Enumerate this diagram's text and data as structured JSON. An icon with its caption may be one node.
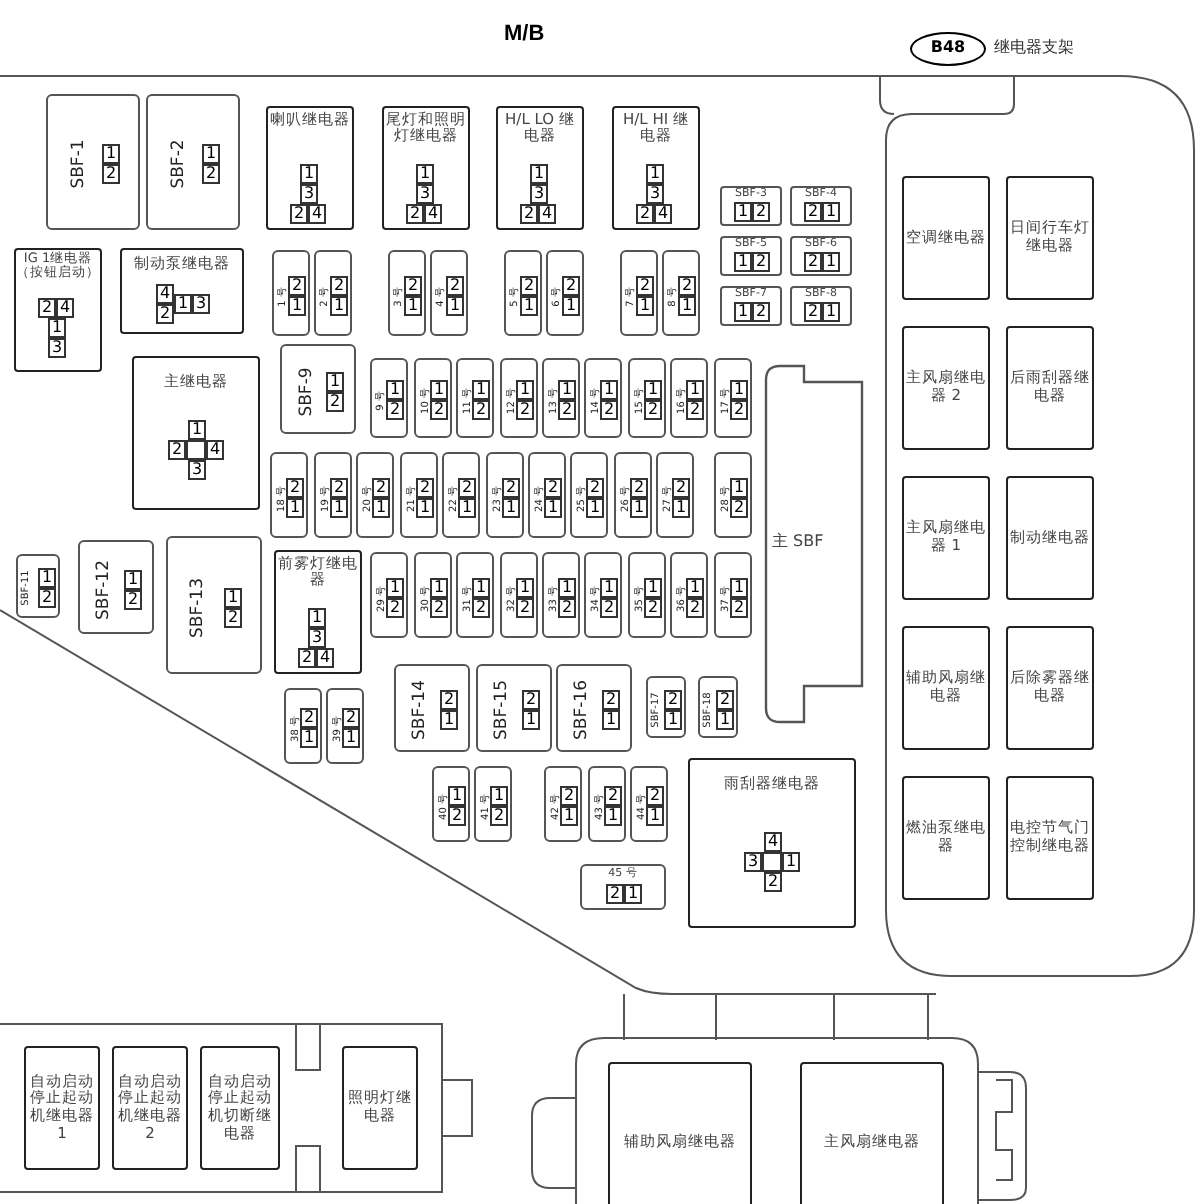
{
  "diagram": {
    "title": "M/B",
    "nodes": [
      {
        "text": [
          "B48"
        ],
        "beside": [
          "继电器支架"
        ]
      },
      {
        "text": [
          "SBF-1",
          "1",
          "2"
        ]
      },
      {
        "text": [
          "SBF-2",
          "1",
          "2"
        ]
      },
      {
        "text": [
          "喇叭继电器",
          "1",
          "3",
          "2",
          "4"
        ]
      },
      {
        "text": [
          "尾灯和照明灯继电器",
          "1",
          "3",
          "2",
          "4"
        ]
      },
      {
        "text": [
          "H/L LO 继电器",
          "1",
          "3",
          "2",
          "4"
        ]
      },
      {
        "text": [
          "H/L HI 继电器",
          "1",
          "3",
          "2",
          "4"
        ]
      },
      {
        "text": [
          "SBF-3",
          "1",
          "2"
        ]
      },
      {
        "text": [
          "SBF-4",
          "2",
          "1"
        ]
      },
      {
        "text": [
          "SBF-5",
          "1",
          "2"
        ]
      },
      {
        "text": [
          "SBF-6",
          "2",
          "1"
        ]
      },
      {
        "text": [
          "SBF-7",
          "1",
          "2"
        ]
      },
      {
        "text": [
          "SBF-8",
          "2",
          "1"
        ]
      },
      {
        "text": [
          "空调继电器"
        ]
      },
      {
        "text": [
          "日间行车灯继电器"
        ]
      },
      {
        "text": [
          "IG 1继电器（按钮启动）",
          "2",
          "4",
          "1",
          "3"
        ]
      },
      {
        "text": [
          "制动泵继电器",
          "4",
          "2",
          "1",
          "3"
        ]
      },
      {
        "text": [
          "1 号",
          "2",
          "1"
        ]
      },
      {
        "text": [
          "2 号",
          "2",
          "1"
        ]
      },
      {
        "text": [
          "3 号",
          "2",
          "1"
        ]
      },
      {
        "text": [
          "4 号",
          "2",
          "1"
        ]
      },
      {
        "text": [
          "5 号",
          "2",
          "1"
        ]
      },
      {
        "text": [
          "6 号",
          "2",
          "1"
        ]
      },
      {
        "text": [
          "7 号",
          "2",
          "1"
        ]
      },
      {
        "text": [
          "8 号",
          "2",
          "1"
        ]
      },
      {
        "text": [
          "主继电器",
          "1",
          "2",
          "4",
          "3"
        ]
      },
      {
        "text": [
          "SBF-9",
          "1",
          "2"
        ]
      },
      {
        "text": [
          "9 号",
          "1",
          "2"
        ]
      },
      {
        "text": [
          "10 号",
          "1",
          "2"
        ]
      },
      {
        "text": [
          "11 号",
          "1",
          "2"
        ]
      },
      {
        "text": [
          "12 号",
          "1",
          "2"
        ]
      },
      {
        "text": [
          "13 号",
          "1",
          "2"
        ]
      },
      {
        "text": [
          "14 号",
          "1",
          "2"
        ]
      },
      {
        "text": [
          "15 号",
          "1",
          "2"
        ]
      },
      {
        "text": [
          "16 号",
          "1",
          "2"
        ]
      },
      {
        "text": [
          "17 号",
          "1",
          "2"
        ]
      },
      {
        "text": [
          "主风扇继电器 2"
        ]
      },
      {
        "text": [
          "后雨刮器继电器"
        ]
      },
      {
        "text": [
          "18 号",
          "2",
          "1"
        ]
      },
      {
        "text": [
          "19 号",
          "2",
          "1"
        ]
      },
      {
        "text": [
          "20 号",
          "2",
          "1"
        ]
      },
      {
        "text": [
          "21 号",
          "2",
          "1"
        ]
      },
      {
        "text": [
          "22 号",
          "2",
          "1"
        ]
      },
      {
        "text": [
          "23 号",
          "2",
          "1"
        ]
      },
      {
        "text": [
          "24 号",
          "2",
          "1"
        ]
      },
      {
        "text": [
          "25 号",
          "2",
          "1"
        ]
      },
      {
        "text": [
          "26 号",
          "2",
          "1"
        ]
      },
      {
        "text": [
          "27 号",
          "2",
          "1"
        ]
      },
      {
        "text": [
          "28 号",
          "1",
          "2"
        ]
      },
      {
        "text": [
          "主 SBF"
        ]
      },
      {
        "text": [
          "主风扇继电器 1"
        ]
      },
      {
        "text": [
          "制动继电器"
        ]
      },
      {
        "text": [
          "SBF-11",
          "1",
          "2"
        ]
      },
      {
        "text": [
          "SBF-12",
          "1",
          "2"
        ]
      },
      {
        "text": [
          "SBF-13",
          "1",
          "2"
        ]
      },
      {
        "text": [
          "前雾灯继电器",
          "1",
          "3",
          "2",
          "4"
        ]
      },
      {
        "text": [
          "29 号",
          "1",
          "2"
        ]
      },
      {
        "text": [
          "30 号",
          "1",
          "2"
        ]
      },
      {
        "text": [
          "31 号",
          "1",
          "2"
        ]
      },
      {
        "text": [
          "32 号",
          "1",
          "2"
        ]
      },
      {
        "text": [
          "33 号",
          "1",
          "2"
        ]
      },
      {
        "text": [
          "34 号",
          "1",
          "2"
        ]
      },
      {
        "text": [
          "35 号",
          "1",
          "2"
        ]
      },
      {
        "text": [
          "36 号",
          "1",
          "2"
        ]
      },
      {
        "text": [
          "37 号",
          "1",
          "2"
        ]
      },
      {
        "text": [
          "38 号",
          "2",
          "1"
        ]
      },
      {
        "text": [
          "39 号",
          "2",
          "1"
        ]
      },
      {
        "text": [
          "SBF-14",
          "2",
          "1"
        ]
      },
      {
        "text": [
          "SBF-15",
          "2",
          "1"
        ]
      },
      {
        "text": [
          "SBF-16",
          "2",
          "1"
        ]
      },
      {
        "text": [
          "SBF-17",
          "2",
          "1"
        ]
      },
      {
        "text": [
          "SBF-18",
          "2",
          "1"
        ]
      },
      {
        "text": [
          "辅助风扇继电器"
        ]
      },
      {
        "text": [
          "后除雾器继电器"
        ]
      },
      {
        "text": [
          "雨刮器继电器",
          "4",
          "3",
          "1",
          "2"
        ]
      },
      {
        "text": [
          "40 号",
          "1",
          "2"
        ]
      },
      {
        "text": [
          "41 号",
          "1",
          "2"
        ]
      },
      {
        "text": [
          "42 号",
          "2",
          "1"
        ]
      },
      {
        "text": [
          "43 号",
          "2",
          "1"
        ]
      },
      {
        "text": [
          "44 号",
          "2",
          "1"
        ]
      },
      {
        "text": [
          "燃油泵继电器"
        ]
      },
      {
        "text": [
          "电控节气门控制继电器"
        ]
      },
      {
        "text": [
          "45 号",
          "2",
          "1"
        ]
      },
      {
        "text": [
          "自动启动停止起动机继电器 1"
        ]
      },
      {
        "text": [
          "自动启动停止起动机继电器 2"
        ]
      },
      {
        "text": [
          "自动启动停止起动机切断继电器"
        ]
      },
      {
        "text": [
          "照明灯继电器"
        ]
      },
      {
        "text": [
          "辅助风扇继电器"
        ]
      },
      {
        "text": [
          "主风扇继电器"
        ]
      }
    ]
  }
}
